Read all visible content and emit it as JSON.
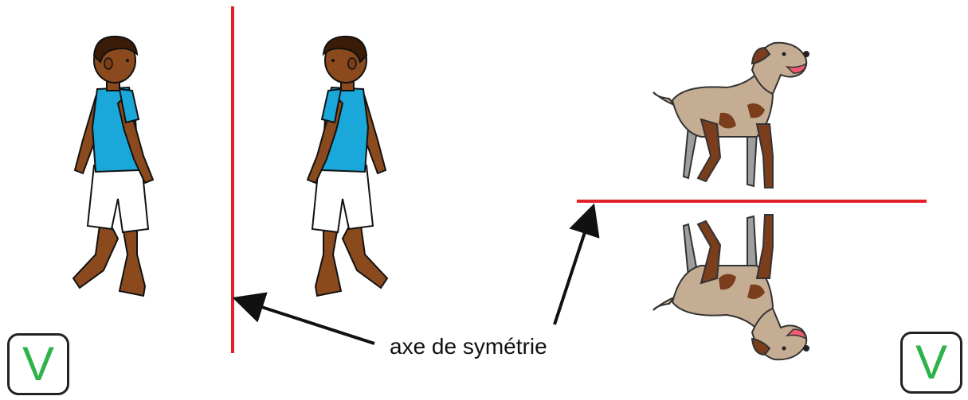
{
  "caption": {
    "axis_label": "axe de symétrie"
  },
  "verdicts": {
    "left": "V",
    "right": "V"
  },
  "figures": {
    "left_pair": "boy-walking-mirrored",
    "right_pair": "dog-standing-flipped"
  },
  "colors": {
    "axis": "#e3202a",
    "check": "#2db34a",
    "arrow": "#111111",
    "shirt": "#1aa7d9",
    "skin": "#8a4a1e",
    "dog_fur": "#c4ad93",
    "dog_patch": "#7a3e1c"
  }
}
